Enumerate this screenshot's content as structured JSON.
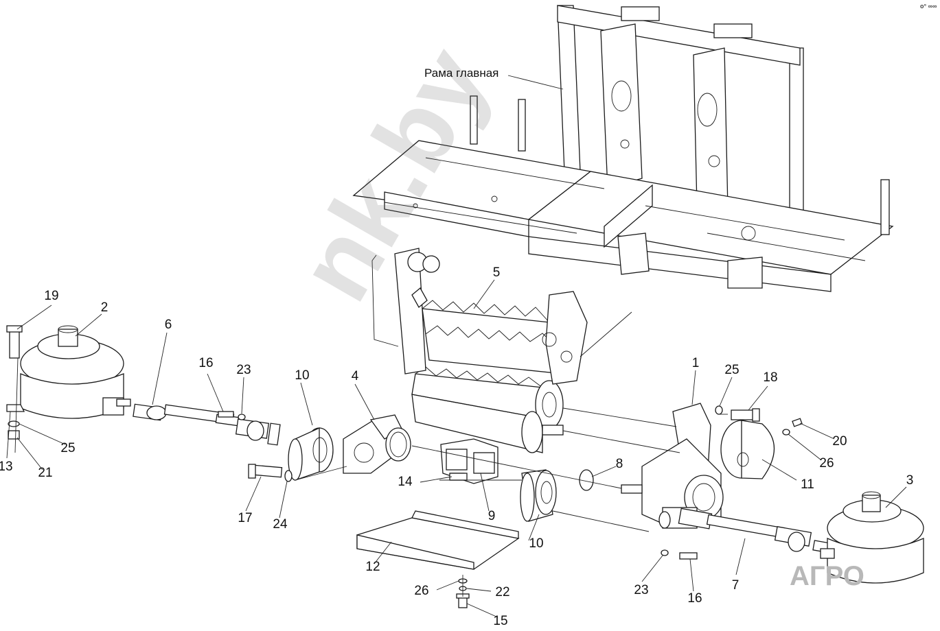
{
  "diagram": {
    "frame_title": "Рама главная",
    "callouts": [
      "1",
      "2",
      "3",
      "4",
      "5",
      "6",
      "7",
      "8",
      "9",
      "10",
      "10",
      "11",
      "12",
      "13",
      "14",
      "15",
      "16",
      "16",
      "17",
      "18",
      "19",
      "20",
      "21",
      "22",
      "23",
      "23",
      "24",
      "25",
      "25",
      "26",
      "26"
    ],
    "watermark_text": "АГРО",
    "watermark_small": "o° ∞∞"
  },
  "colors": {
    "line": "#1a1a1a",
    "background": "#ffffff",
    "watermark": "#b8b8b8"
  }
}
